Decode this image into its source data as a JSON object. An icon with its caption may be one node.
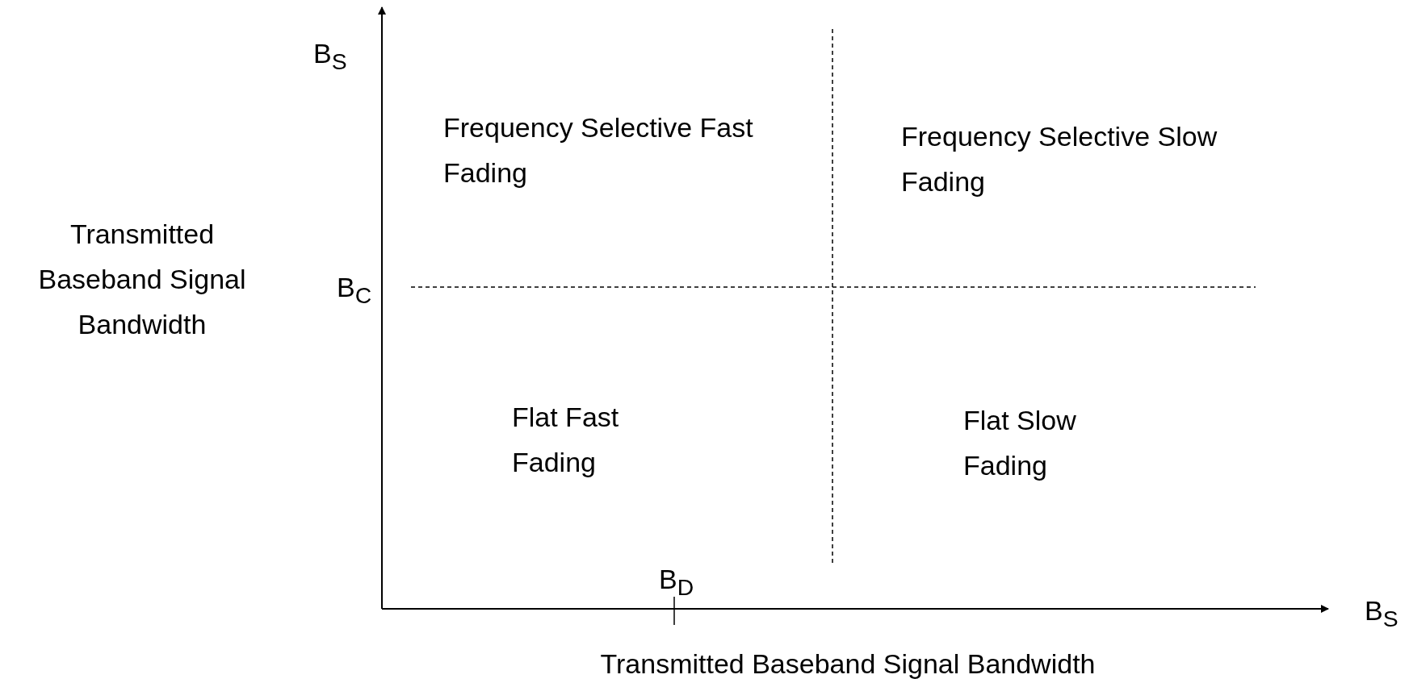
{
  "diagram": {
    "labels": [
      "B$_{S}$",
      "Frequency Selective Fast Fading",
      "Frequency Selective Slow Fading",
      "Transmitted Baseband Signal Bandwidth",
      "B$_{C}$",
      "Flat Fast Fading",
      "Flat Slow Fading",
      "B$_{D}$",
      "B$_{S}$",
      "Transmitted Baseband Signal Bandwidth"
    ]
  }
}
